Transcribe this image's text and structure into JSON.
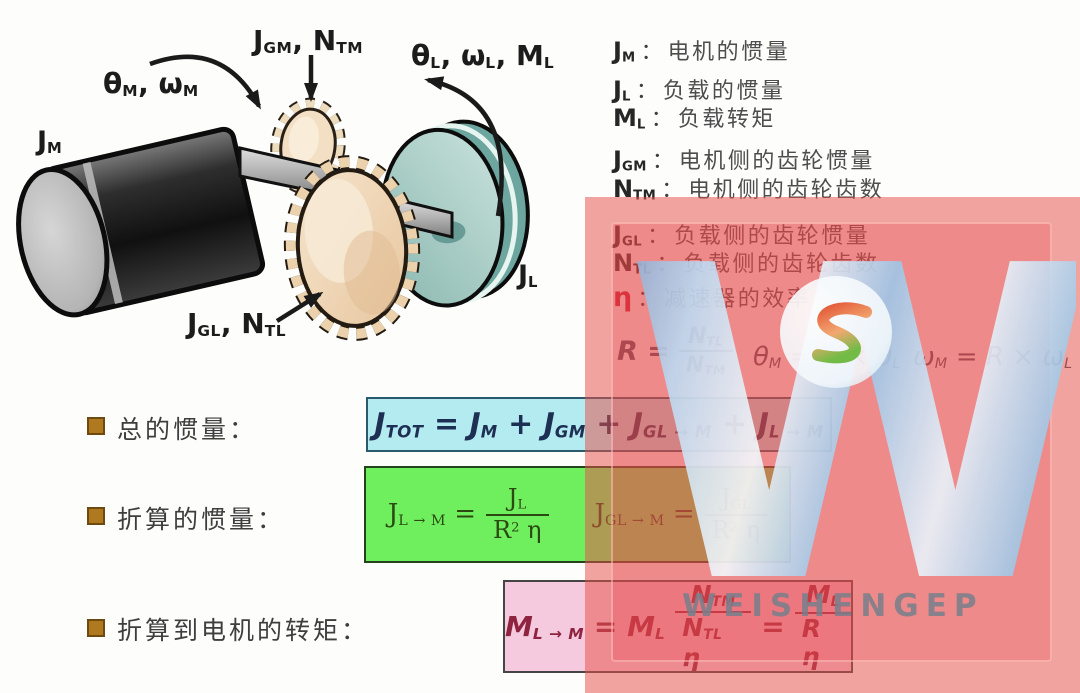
{
  "diagram": {
    "labels": {
      "jm": "J_{M}",
      "theta_m": "θ_{M}, ω_{M}",
      "jgm_ntm": "J_{GM}, N_{TM}",
      "theta_l": "θ_{L}, ω_{L}, M_{L}",
      "jl": "J_{L}",
      "jgl_ntl": "J_{GL}, N_{TL}"
    }
  },
  "legend": {
    "sep": "：",
    "items": [
      {
        "symbol": "J_{M}",
        "desc": "电机的惯量"
      },
      {
        "symbol": "J_{L}",
        "desc": "负载的惯量"
      },
      {
        "symbol": "M_{L}",
        "desc": "负载转矩"
      },
      {
        "symbol": "J_{GM}",
        "desc": "电机侧的齿轮惯量"
      },
      {
        "symbol": "N_{TM}",
        "desc": "电机侧的齿轮齿数"
      },
      {
        "symbol": "J_{GL}",
        "desc": "负载侧的齿轮惯量"
      },
      {
        "symbol": "N_{TL}",
        "desc": "负载侧的齿轮齿数"
      },
      {
        "symbol": "η",
        "desc": "减速器的效率"
      }
    ],
    "ratio": {
      "lhs": "R =",
      "num": "N_{TL}",
      "den": "N_{TM}"
    },
    "theta_eq": "θ_{M} = R × θ_{L}",
    "omega_eq": "ω_{M} = R × ω_{L}"
  },
  "sections": {
    "total": {
      "label": "总的惯量：",
      "formula": "J_{TOT} = J_{M} + J_{GM} + J_{GL → M} + J_{L → M}"
    },
    "reflected": {
      "label": "折算的惯量：",
      "f1": {
        "lhs": "J_{L → M} =",
        "num": "J_{L}",
        "den": "R^{2} η"
      },
      "f2": {
        "lhs": "J_{GL → M} =",
        "num": "J_{GL}",
        "den": "R^{2} η"
      }
    },
    "torque": {
      "label": "折算到电机的转矩：",
      "lhs": "M_{L → M} = M_{L}",
      "f1": {
        "num": "N_{TM}",
        "den": "N_{TL} η"
      },
      "eq": "=",
      "f2": {
        "num": "M_{L}",
        "den": "R η"
      }
    }
  },
  "watermark": {
    "letter": "W",
    "brand": "WEISHENGEP"
  },
  "colors": {
    "overlay_red": "#ec5a56",
    "watermark_blue": "#a9d2ee",
    "total_box": "#b4ebf1",
    "reflected_box": "#70ef5e",
    "torque_box": "#f5cade",
    "eta_red": "#c41230",
    "bullet_brown": "#b0791f",
    "load_disc_teal": "#9cc4bd",
    "gear_beige": "#f2dfc4"
  }
}
